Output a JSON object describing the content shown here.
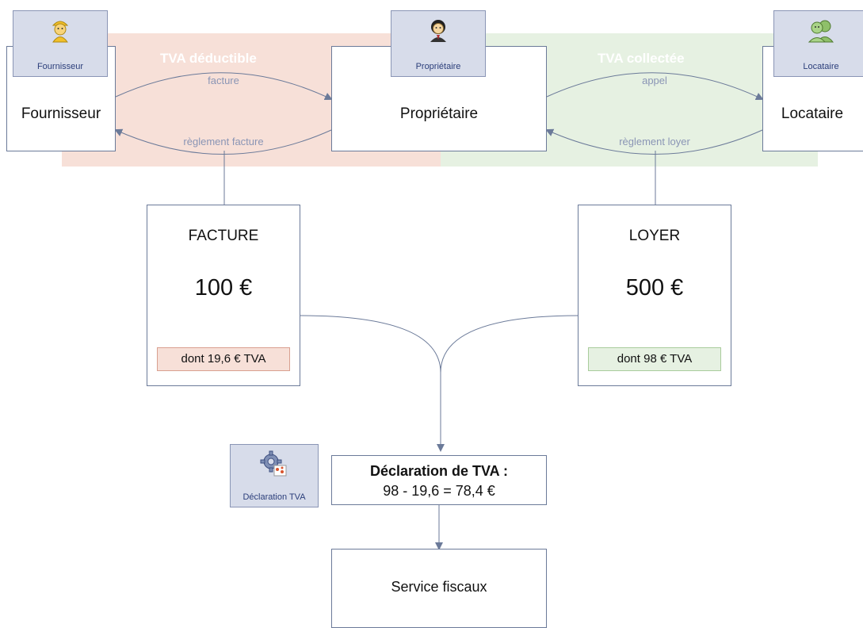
{
  "zones": {
    "deductible": {
      "title": "TVA déductible",
      "color": "#f7e0d8"
    },
    "collected": {
      "title": "TVA collectée",
      "color": "#e6f1e2"
    }
  },
  "actors": {
    "supplier": {
      "label": "Fournisseur",
      "badge": "Fournisseur",
      "icon": "worker-icon"
    },
    "owner": {
      "label": "Propriétaire",
      "badge": "Propriétaire",
      "icon": "person-icon"
    },
    "tenant": {
      "label": "Locataire",
      "badge": "Locataire",
      "icon": "group-icon"
    }
  },
  "flows": {
    "invoice": "facture",
    "invoice_payment": "règlement facture",
    "call": "appel",
    "rent_payment": "règlement loyer"
  },
  "documents": {
    "invoice": {
      "title": "FACTURE",
      "amount": "100 €",
      "tva": "dont 19,6 € TVA",
      "tva_color": "#f7e0d8",
      "tva_border": "#d9a090"
    },
    "rent": {
      "title": "LOYER",
      "amount": "500 €",
      "tva": "dont 98 € TVA",
      "tva_color": "#e6f1e2",
      "tva_border": "#a9cc9c"
    }
  },
  "declaration": {
    "badge": "Déclaration TVA",
    "icon": "gear-icon",
    "title": "Déclaration de TVA :",
    "formula": "98 - 19,6 = 78,4 €"
  },
  "tax_office": {
    "label": "Service fiscaux"
  },
  "colors": {
    "line": "#6b7a99",
    "badge_bg": "#d7dcea"
  }
}
